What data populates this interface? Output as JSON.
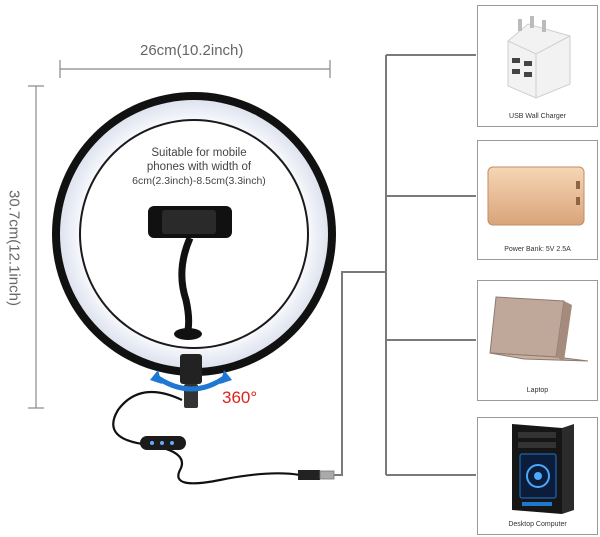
{
  "dimensions": {
    "width_label": "26cm(10.2inch)",
    "height_label": "30.7cm(12.1inch)"
  },
  "ring_text": {
    "line1": "Suitable for mobile",
    "line2": "phones with width of",
    "line3": "6cm(2.3inch)-8.5cm(3.3inch)"
  },
  "rotation_label": "360°",
  "devices": [
    {
      "name": "usb-wall-charger",
      "caption": "USB Wall Charger"
    },
    {
      "name": "power-bank",
      "caption": "Power Bank: 5V 2.5A"
    },
    {
      "name": "laptop",
      "caption": "Laptop"
    },
    {
      "name": "desktop-computer",
      "caption": "Desktop Computer"
    }
  ],
  "colors": {
    "ring": "#111111",
    "ring_light": "#f4f6fb",
    "rotation_text": "#e0231a",
    "rotation_arrow": "#1e77d0",
    "connector_line": "#7a7a7a"
  }
}
